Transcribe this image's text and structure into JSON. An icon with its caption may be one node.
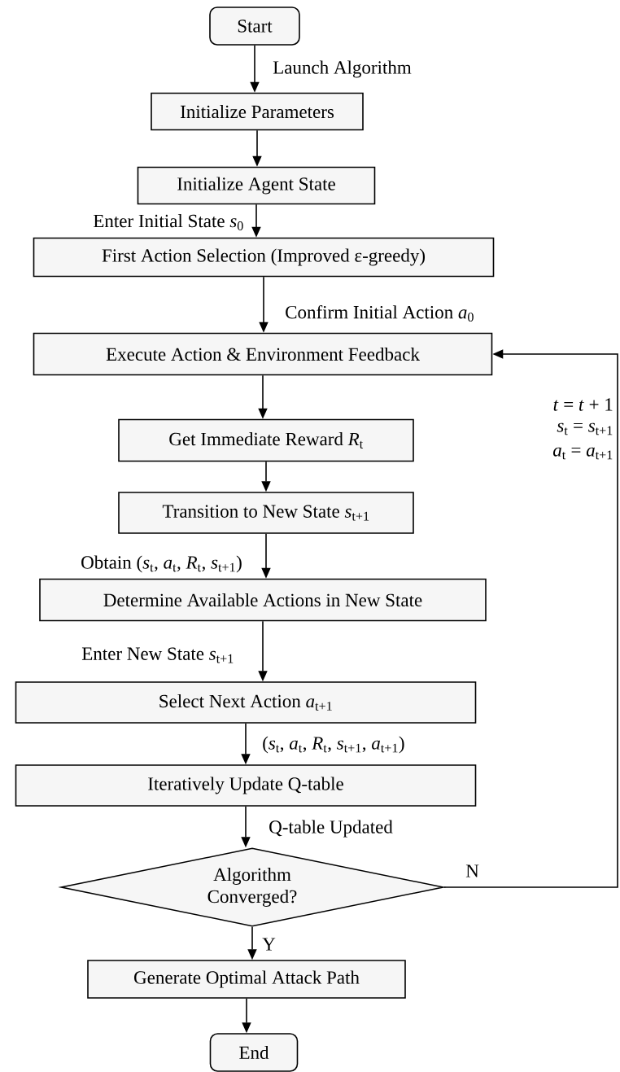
{
  "diagram": {
    "nodes": [
      {
        "text": [
          "Start"
        ]
      },
      {
        "text": [
          "Initialize Parameters"
        ]
      },
      {
        "text": [
          "Initialize Agent State"
        ]
      },
      {
        "text": [
          "First Action Selection (Improved ε-greedy)"
        ]
      },
      {
        "text": [
          "Execute Action & Environment Feedback"
        ]
      },
      {
        "text": [
          "Get Immediate Reward *R*$_{t}$"
        ]
      },
      {
        "text": [
          "Transition to New State *s*$_{t+1}$"
        ]
      },
      {
        "text": [
          "Determine Available Actions in New State"
        ]
      },
      {
        "text": [
          "Select Next Action *a*$_{t+1}$"
        ]
      },
      {
        "text": [
          "Iteratively Update Q-table"
        ]
      },
      {
        "text": [
          "Algorithm Converged?"
        ]
      },
      {
        "text": [
          "Generate Optimal Attack Path"
        ]
      },
      {
        "text": [
          "End"
        ]
      }
    ],
    "edges": [
      {
        "from": 0,
        "to": 1,
        "arrow": "to",
        "label": "Launch Algorithm"
      },
      {
        "from": 1,
        "to": 2,
        "arrow": "to"
      },
      {
        "from": 2,
        "to": 3,
        "arrow": "to",
        "label": "Enter Initial State *s*$_{0}$"
      },
      {
        "from": 3,
        "to": 4,
        "arrow": "to",
        "label": "Confirm Initial Action *a*$_{0}$"
      },
      {
        "from": 4,
        "to": 5,
        "arrow": "to"
      },
      {
        "from": 5,
        "to": 6,
        "arrow": "to"
      },
      {
        "from": 6,
        "to": 7,
        "arrow": "to",
        "label": "Obtain (*s*$_{t}$, *a*$_{t}$, *R*$_{t}$, *s*$_{t+1}$)"
      },
      {
        "from": 7,
        "to": 8,
        "arrow": "to",
        "label": "Enter New State *s*$_{t+1}$"
      },
      {
        "from": 8,
        "to": 9,
        "arrow": "to",
        "label": "(*s*$_{t}$, *a*$_{t}$, *R*$_{t}$, *s*$_{t+1}$, *a*$_{t+1}$)"
      },
      {
        "from": 9,
        "to": 10,
        "arrow": "to",
        "label": "Q-table Updated"
      },
      {
        "from": 10,
        "to": 4,
        "arrow": "to",
        "label": "N"
      },
      {
        "from": 10,
        "to": 11,
        "arrow": "to",
        "label": "Y"
      },
      {
        "from": 11,
        "to": 12,
        "arrow": "to"
      }
    ],
    "labels": [
      "*t* = *t* + 1",
      "*s*$_{t}$ = *s*$_{t+1}$",
      "*a*$_{t}$ = *a*$_{t+1}$"
    ]
  }
}
